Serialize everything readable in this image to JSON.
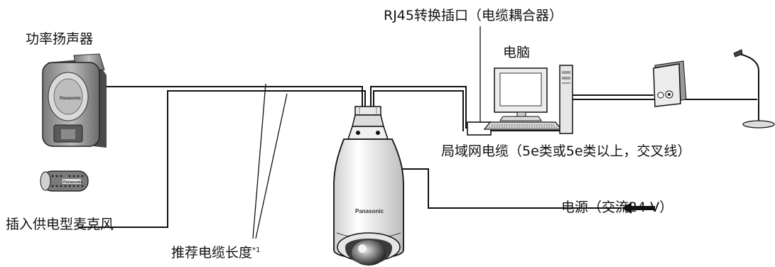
{
  "labels": {
    "amp_speaker": "功率扬声器",
    "rj45": "RJ45转换插口（电缆耦合器）",
    "pc": "电脑",
    "lan_cable": "局域网电缆（5e类或5e类以上，交叉线）",
    "power": "电源（交流24 V）",
    "plug_in_mic": "插入供电型麦克风",
    "cable_length": "推荐电缆长度",
    "cable_length_note": "*1"
  },
  "brand": "Panasonic",
  "colors": {
    "line": "#111111",
    "device_light": "#f2f2f2",
    "device_shade": "#9a9a9a",
    "device_dark": "#2a2a2a"
  }
}
